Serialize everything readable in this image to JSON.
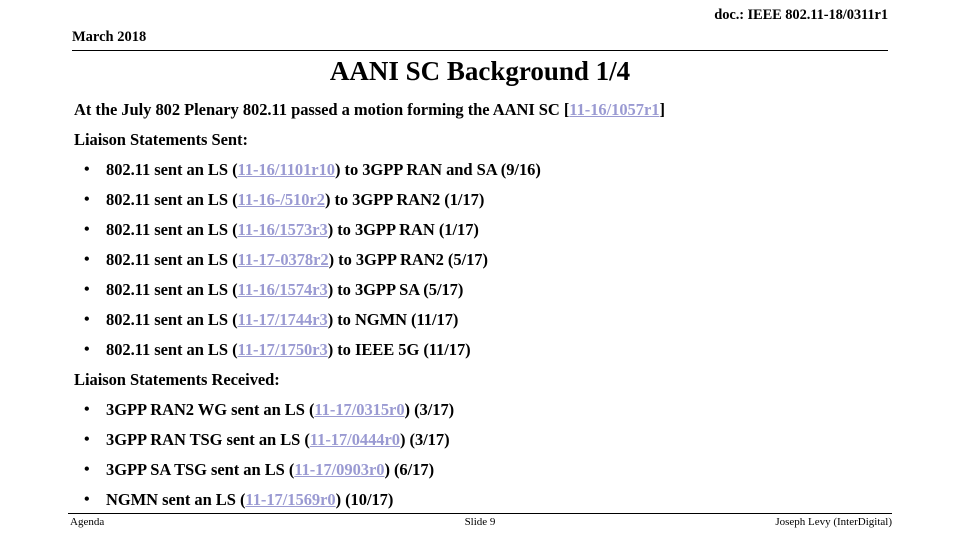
{
  "header": {
    "doc_id": "doc.: IEEE 802.11-18/0311r1",
    "date": "March 2018"
  },
  "title": "AANI SC Background 1/4",
  "body": {
    "intro": {
      "prefix": "At the July 802 Plenary 802.11 passed a motion forming the AANI SC [",
      "link": "11-16/1057r1",
      "suffix": "]"
    },
    "sent_heading": "Liaison Statements Sent:",
    "sent_items": [
      {
        "bullet": "•",
        "prefix": "802.11 sent an LS (",
        "link": "11-16/1101r10",
        "suffix": ") to 3GPP RAN and SA (9/16)"
      },
      {
        "bullet": "•",
        "prefix": "802.11 sent an LS (",
        "link": "11-16-/510r2",
        "suffix": ") to 3GPP RAN2 (1/17)"
      },
      {
        "bullet": "•",
        "prefix": "802.11 sent an LS (",
        "link": "11-16/1573r3",
        "suffix": ") to 3GPP RAN (1/17)"
      },
      {
        "bullet": "•",
        "prefix": "802.11 sent an LS (",
        "link": "11-17-0378r2",
        "suffix": ") to 3GPP RAN2 (5/17)"
      },
      {
        "bullet": "•",
        "prefix": "802.11 sent an LS (",
        "link": "11-16/1574r3",
        "suffix": ") to 3GPP SA (5/17)"
      },
      {
        "bullet": "•",
        "prefix": "802.11 sent an LS (",
        "link": "11-17/1744r3",
        "suffix": ") to NGMN (11/17)"
      },
      {
        "bullet": "•",
        "prefix": "802.11 sent an LS (",
        "link": "11-17/1750r3",
        "suffix": ") to IEEE 5G (11/17)"
      }
    ],
    "received_heading": "Liaison Statements Received:",
    "received_items": [
      {
        "bullet": "•",
        "prefix": "3GPP RAN2 WG sent an LS (",
        "link": "11-17/0315r0",
        "suffix": ") (3/17)"
      },
      {
        "bullet": "•",
        "prefix": "3GPP RAN TSG sent an LS (",
        "link": "11-17/0444r0",
        "suffix": ") (3/17)"
      },
      {
        "bullet": "•",
        "prefix": "3GPP SA TSG sent an LS (",
        "link": "11-17/0903r0",
        "suffix": ") (6/17)"
      },
      {
        "bullet": "•",
        "prefix": "NGMN sent an LS (",
        "link": "11-17/1569r0",
        "suffix": ") (10/17)"
      }
    ]
  },
  "footer": {
    "left": "Agenda",
    "center": "Slide 9",
    "right": "Joseph Levy (InterDigital)"
  },
  "colors": {
    "link": "#9a9ad2",
    "text": "#000000",
    "background": "#ffffff"
  }
}
